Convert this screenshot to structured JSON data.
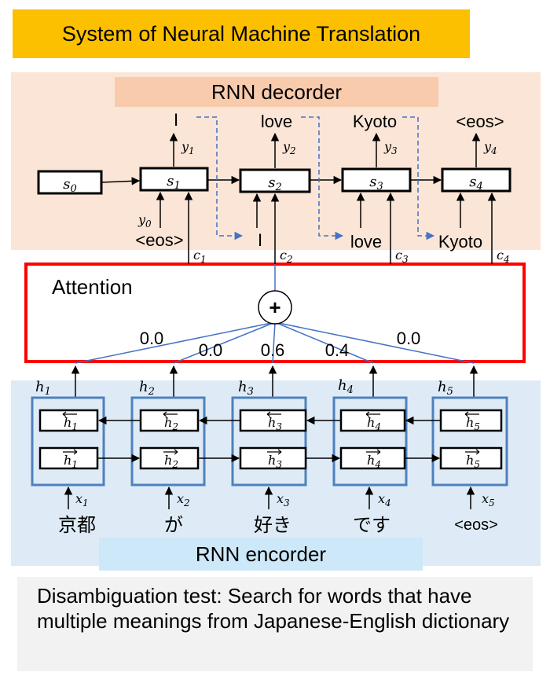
{
  "title": "System of Neural Machine Translation",
  "decoder": {
    "label": "RNN decorder",
    "states": [
      {
        "sym": "s",
        "sub": "0"
      },
      {
        "sym": "s",
        "sub": "1"
      },
      {
        "sym": "s",
        "sub": "2"
      },
      {
        "sym": "s",
        "sub": "3"
      },
      {
        "sym": "s",
        "sub": "4"
      }
    ],
    "outputs": [
      {
        "word": "I",
        "sym": "y",
        "sub": "1"
      },
      {
        "word": "love",
        "sym": "y",
        "sub": "2"
      },
      {
        "word": "Kyoto",
        "sym": "y",
        "sub": "3"
      },
      {
        "word": "<eos>",
        "sym": "y",
        "sub": "4"
      }
    ],
    "first_input_label": {
      "sym": "y",
      "sub": "0"
    },
    "inputs": [
      "<eos>",
      "I",
      "love",
      "Kyoto"
    ],
    "contexts": [
      {
        "sym": "c",
        "sub": "1"
      },
      {
        "sym": "c",
        "sub": "2"
      },
      {
        "sym": "c",
        "sub": "3"
      },
      {
        "sym": "c",
        "sub": "4"
      }
    ]
  },
  "attention": {
    "label": "Attention",
    "sum_symbol": "+",
    "weights": [
      "0.0",
      "0.0",
      "0.6",
      "0.4",
      "0.0"
    ]
  },
  "encoder": {
    "label": "RNN encorder",
    "hidden": [
      {
        "sym": "h",
        "sub": "1"
      },
      {
        "sym": "h",
        "sub": "2"
      },
      {
        "sym": "h",
        "sub": "3"
      },
      {
        "sym": "h",
        "sub": "4"
      },
      {
        "sym": "h",
        "sub": "5"
      }
    ],
    "inputs": [
      {
        "sym": "x",
        "sub": "1"
      },
      {
        "sym": "x",
        "sub": "2"
      },
      {
        "sym": "x",
        "sub": "3"
      },
      {
        "sym": "x",
        "sub": "4"
      },
      {
        "sym": "x",
        "sub": "5"
      }
    ],
    "words": [
      "京都",
      "が",
      "好き",
      "です",
      "<eos>"
    ]
  },
  "note": "Disambiguation test: Search for words that have multiple meanings  from Japanese-English dictionary",
  "colors": {
    "title_bg": "#fcc000",
    "decoder_bg": "#fbe5d6",
    "decoder_label_bg": "#f8cbad",
    "encoder_bg": "#deebf7",
    "encoder_label_bg": "#cde8f8",
    "attention_border": "#ff0000",
    "encoder_frame": "#4f81bd",
    "line_blue": "#4472c4",
    "note_bg": "#f2f2f2"
  }
}
